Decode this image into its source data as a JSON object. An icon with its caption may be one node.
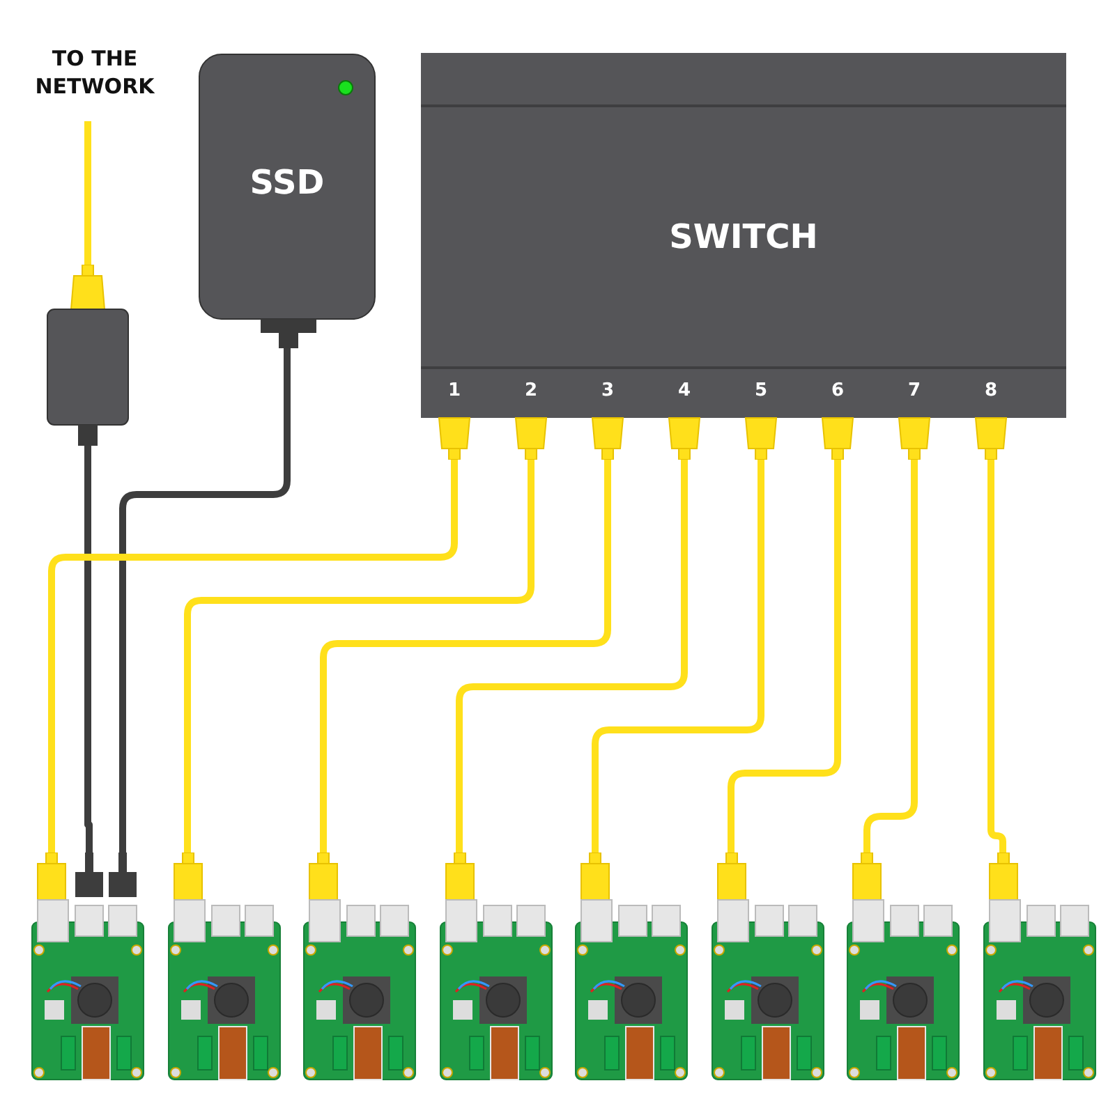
{
  "diagram": {
    "nodes": [
      {
        "text": [
          "TO THE NETWORK"
        ]
      },
      {
        "text": [],
        "shape": "box"
      },
      {
        "text": [
          "SSD"
        ]
      },
      {
        "text": [
          "SWITCH"
        ]
      },
      {
        "text": [],
        "shape": "picture"
      },
      {
        "text": [],
        "shape": "picture"
      },
      {
        "text": [],
        "shape": "picture"
      },
      {
        "text": [],
        "shape": "picture"
      },
      {
        "text": [],
        "shape": "picture"
      },
      {
        "text": [],
        "shape": "picture"
      },
      {
        "text": [],
        "shape": "picture"
      },
      {
        "text": [],
        "shape": "picture"
      }
    ],
    "edges": [
      {
        "from": 0,
        "to": 1,
        "arrow": "none"
      },
      {
        "from": 1,
        "to": 4,
        "arrow": "none",
        "color": "#3d3d3d"
      },
      {
        "from": 2,
        "to": 4,
        "arrow": "none",
        "color": "#3d3d3d"
      },
      {
        "from": 3,
        "to": 4,
        "arrow": "none"
      },
      {
        "from": 3,
        "to": 5,
        "arrow": "none"
      },
      {
        "from": 3,
        "to": 6,
        "arrow": "none"
      },
      {
        "from": 3,
        "to": 7,
        "arrow": "none"
      },
      {
        "from": 3,
        "to": 8,
        "arrow": "none"
      },
      {
        "from": 3,
        "to": 9,
        "arrow": "none"
      },
      {
        "from": 3,
        "to": 10,
        "arrow": "none"
      },
      {
        "from": 3,
        "to": 11,
        "arrow": "none"
      }
    ],
    "labels": [
      "1",
      "2",
      "3",
      "4",
      "5",
      "6",
      "7",
      "8"
    ]
  }
}
